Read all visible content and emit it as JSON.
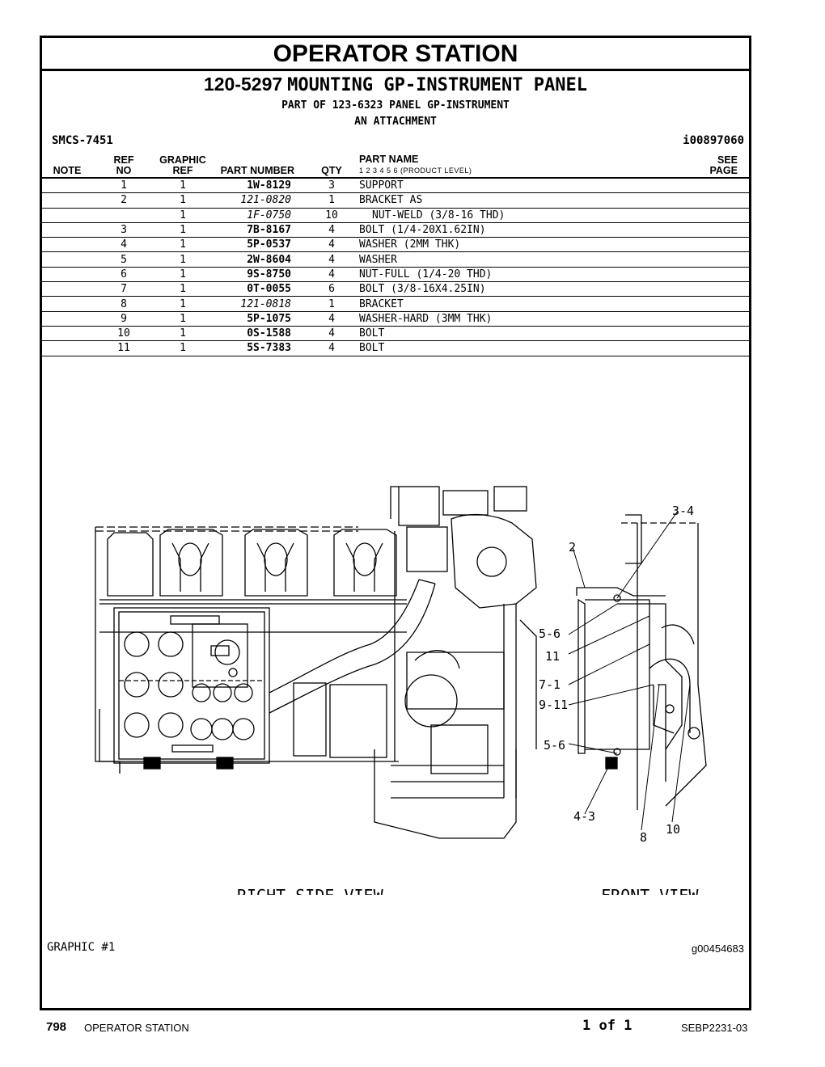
{
  "section_title": "OPERATOR STATION",
  "group": {
    "number": "120-5297",
    "name": "MOUNTING GP-INSTRUMENT PANEL",
    "part_of": "PART OF 123-6323 PANEL GP-INSTRUMENT",
    "note": "AN ATTACHMENT",
    "smcs": "SMCS-7451",
    "illustration_id": "i00897060"
  },
  "columns": {
    "note": "NOTE",
    "ref_no_1": "REF",
    "ref_no_2": "NO",
    "graphic_ref_1": "GRAPHIC",
    "graphic_ref_2": "REF",
    "part_number": "PART NUMBER",
    "qty": "QTY",
    "part_name": "PART NAME",
    "product_level": "1   2   3   4   5   6   (PRODUCT LEVEL)",
    "see_page_1": "SEE",
    "see_page_2": "PAGE"
  },
  "rows": [
    {
      "note": "",
      "ref": "1",
      "gref": "1",
      "pn": "1W-8129",
      "qty": "3",
      "name": "SUPPORT",
      "see": ""
    },
    {
      "note": "",
      "ref": "2",
      "gref": "1",
      "pn": "121-0820",
      "qty": "1",
      "name": "BRACKET AS",
      "see": ""
    },
    {
      "note": "",
      "ref": "",
      "gref": "1",
      "pn": "1F-0750",
      "qty": "10",
      "name": "NUT-WELD (3/8-16 THD)",
      "see": ""
    },
    {
      "note": "",
      "ref": "3",
      "gref": "1",
      "pn": "7B-8167",
      "qty": "4",
      "name": "BOLT (1/4-20X1.62IN)",
      "see": ""
    },
    {
      "note": "",
      "ref": "4",
      "gref": "1",
      "pn": "5P-0537",
      "qty": "4",
      "name": "WASHER (2MM THK)",
      "see": ""
    },
    {
      "note": "",
      "ref": "5",
      "gref": "1",
      "pn": "2W-8604",
      "qty": "4",
      "name": "WASHER",
      "see": ""
    },
    {
      "note": "",
      "ref": "6",
      "gref": "1",
      "pn": "9S-8750",
      "qty": "4",
      "name": "NUT-FULL (1/4-20 THD)",
      "see": ""
    },
    {
      "note": "",
      "ref": "7",
      "gref": "1",
      "pn": "0T-0055",
      "qty": "6",
      "name": "BOLT (3/8-16X4.25IN)",
      "see": ""
    },
    {
      "note": "",
      "ref": "8",
      "gref": "1",
      "pn": "121-0818",
      "qty": "1",
      "name": "BRACKET",
      "see": ""
    },
    {
      "note": "",
      "ref": "9",
      "gref": "1",
      "pn": "5P-1075",
      "qty": "4",
      "name": "WASHER-HARD (3MM THK)",
      "see": ""
    },
    {
      "note": "",
      "ref": "10",
      "gref": "1",
      "pn": "0S-1588",
      "qty": "4",
      "name": "BOLT",
      "see": ""
    },
    {
      "note": "",
      "ref": "11",
      "gref": "1",
      "pn": "5S-7383",
      "qty": "4",
      "name": "BOLT",
      "see": ""
    }
  ],
  "drawing": {
    "right_view_label": "RIGHT SIDE VIEW",
    "front_view_label": "FRONT VIEW",
    "callouts": {
      "c1": "3-4",
      "c2": "2",
      "c3": "5-6",
      "c4": "11",
      "c5": "7-1",
      "c6": "9-11",
      "c7": "5-6",
      "c8": "4-3",
      "c9": "8",
      "c10": "10"
    }
  },
  "graphic_label": "GRAPHIC #1",
  "graphic_id": "g00454683",
  "footer": {
    "page": "798",
    "section": "OPERATOR STATION",
    "page_of": "1 of 1",
    "doc": "SEBP2231-03"
  }
}
